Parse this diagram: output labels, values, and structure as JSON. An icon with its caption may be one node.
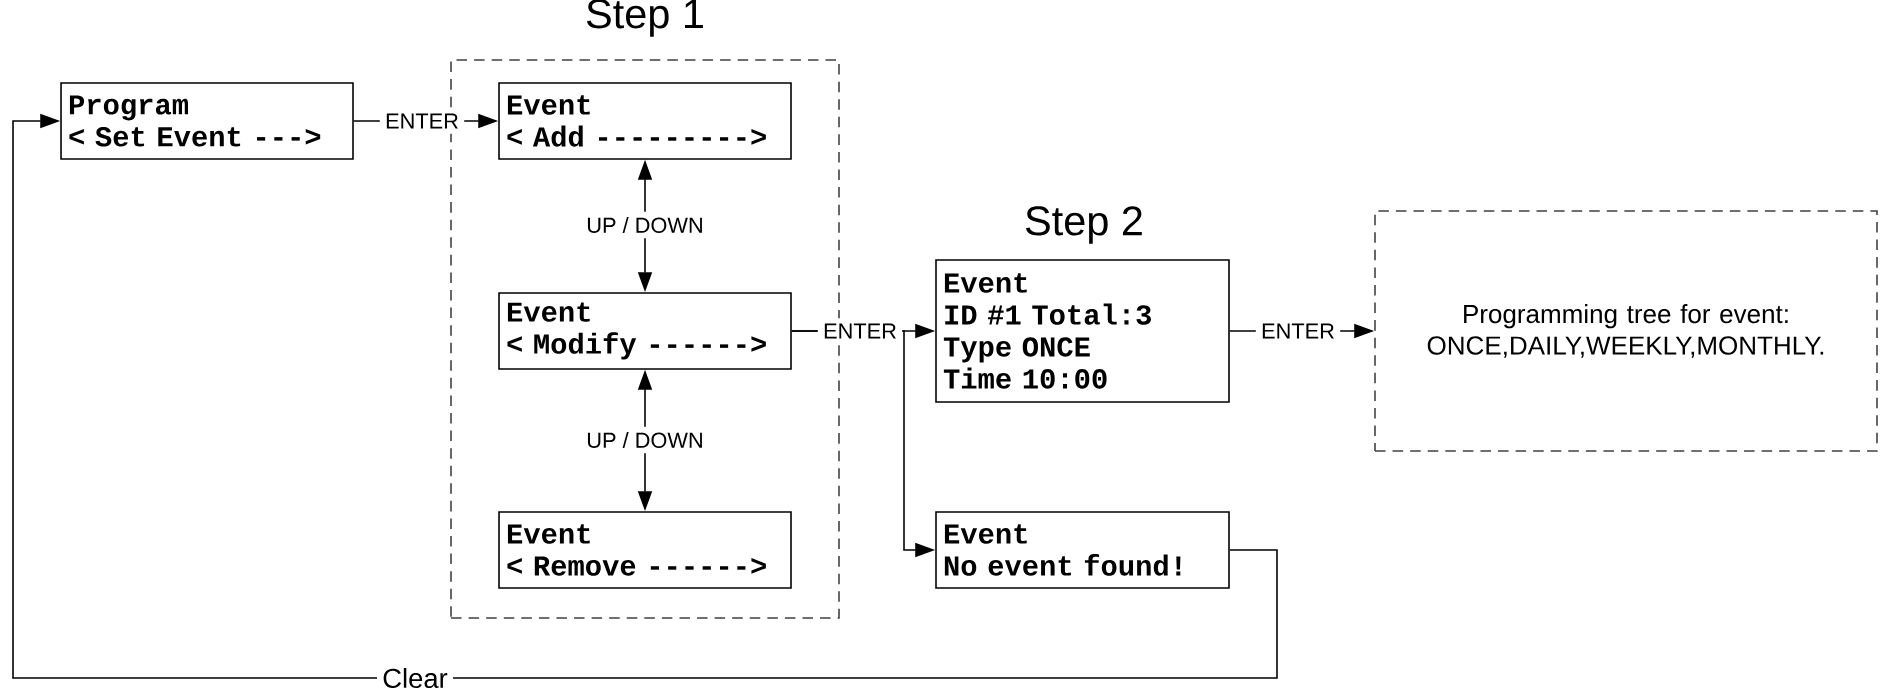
{
  "diagram": {
    "nodes": [
      {
        "text": [
          "Program",
          "< Set Event --->"
        ]
      },
      {
        "text": [
          "Step 1"
        ]
      },
      {
        "text": [
          "Event",
          "< Add --------->"
        ],
        "in": 1
      },
      {
        "text": [
          "Event",
          "< Modify ------>"
        ],
        "in": 1
      },
      {
        "text": [
          "Event",
          "< Remove ------>"
        ],
        "in": 1
      },
      {
        "text": [
          "Event",
          "ID #1 Total:3",
          "Type ONCE",
          "Time 10:00"
        ]
      },
      {
        "text": [
          "Event",
          "No event found!"
        ]
      },
      {
        "text": [
          "Programming tree for event: ONCE,DAILY,WEEKLY,MONTHLY."
        ]
      }
    ],
    "edges": [
      {
        "from": 0,
        "to": 2,
        "arrow": "to",
        "label": "ENTER"
      },
      {
        "from": 2,
        "to": 3,
        "arrow": "both",
        "label": "UP / DOWN"
      },
      {
        "from": 3,
        "to": 4,
        "arrow": "both",
        "label": "UP / DOWN"
      },
      {
        "from": 3,
        "to": 5,
        "arrow": "to",
        "label": "ENTER"
      },
      {
        "from": 3,
        "to": 6,
        "arrow": "to"
      },
      {
        "from": 5,
        "to": 7,
        "arrow": "to",
        "label": "ENTER"
      },
      {
        "from": 6,
        "to": 0,
        "arrow": "to",
        "label": "Clear"
      }
    ],
    "labels": [
      "Step 2"
    ]
  }
}
